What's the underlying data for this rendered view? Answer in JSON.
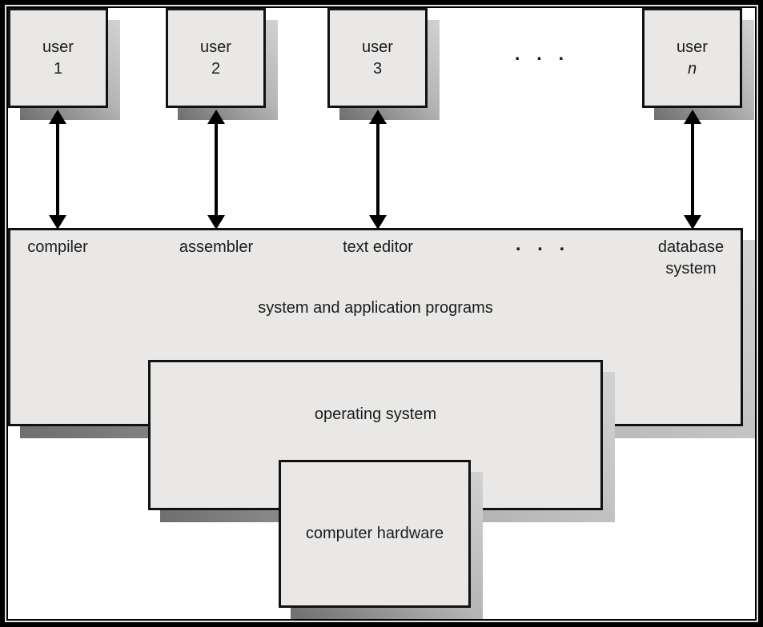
{
  "diagram": {
    "users": [
      {
        "line1": "user",
        "line2": "1"
      },
      {
        "line1": "user",
        "line2": "2"
      },
      {
        "line1": "user",
        "line2": "3"
      },
      {
        "line1": "user",
        "line2": "n"
      }
    ],
    "top_ellipsis": ". . .",
    "programs": {
      "labels": [
        "compiler",
        "assembler",
        "text editor"
      ],
      "ellipsis": ". . .",
      "database_line1": "database",
      "database_line2": "system",
      "title": "system and application programs"
    },
    "operating_system_label": "operating system",
    "hardware_label": "computer hardware"
  },
  "colors": {
    "frame": "#000000",
    "frame_inner_line": "#e6e6e6",
    "canvas": "#ffffff",
    "box_fill": "#e9e8e7",
    "box_border": "#111111",
    "shadow_dark": "#6e6e6e",
    "shadow_light": "#d2d2d2",
    "arrow": "#000000",
    "text": "#1c1c1c"
  }
}
